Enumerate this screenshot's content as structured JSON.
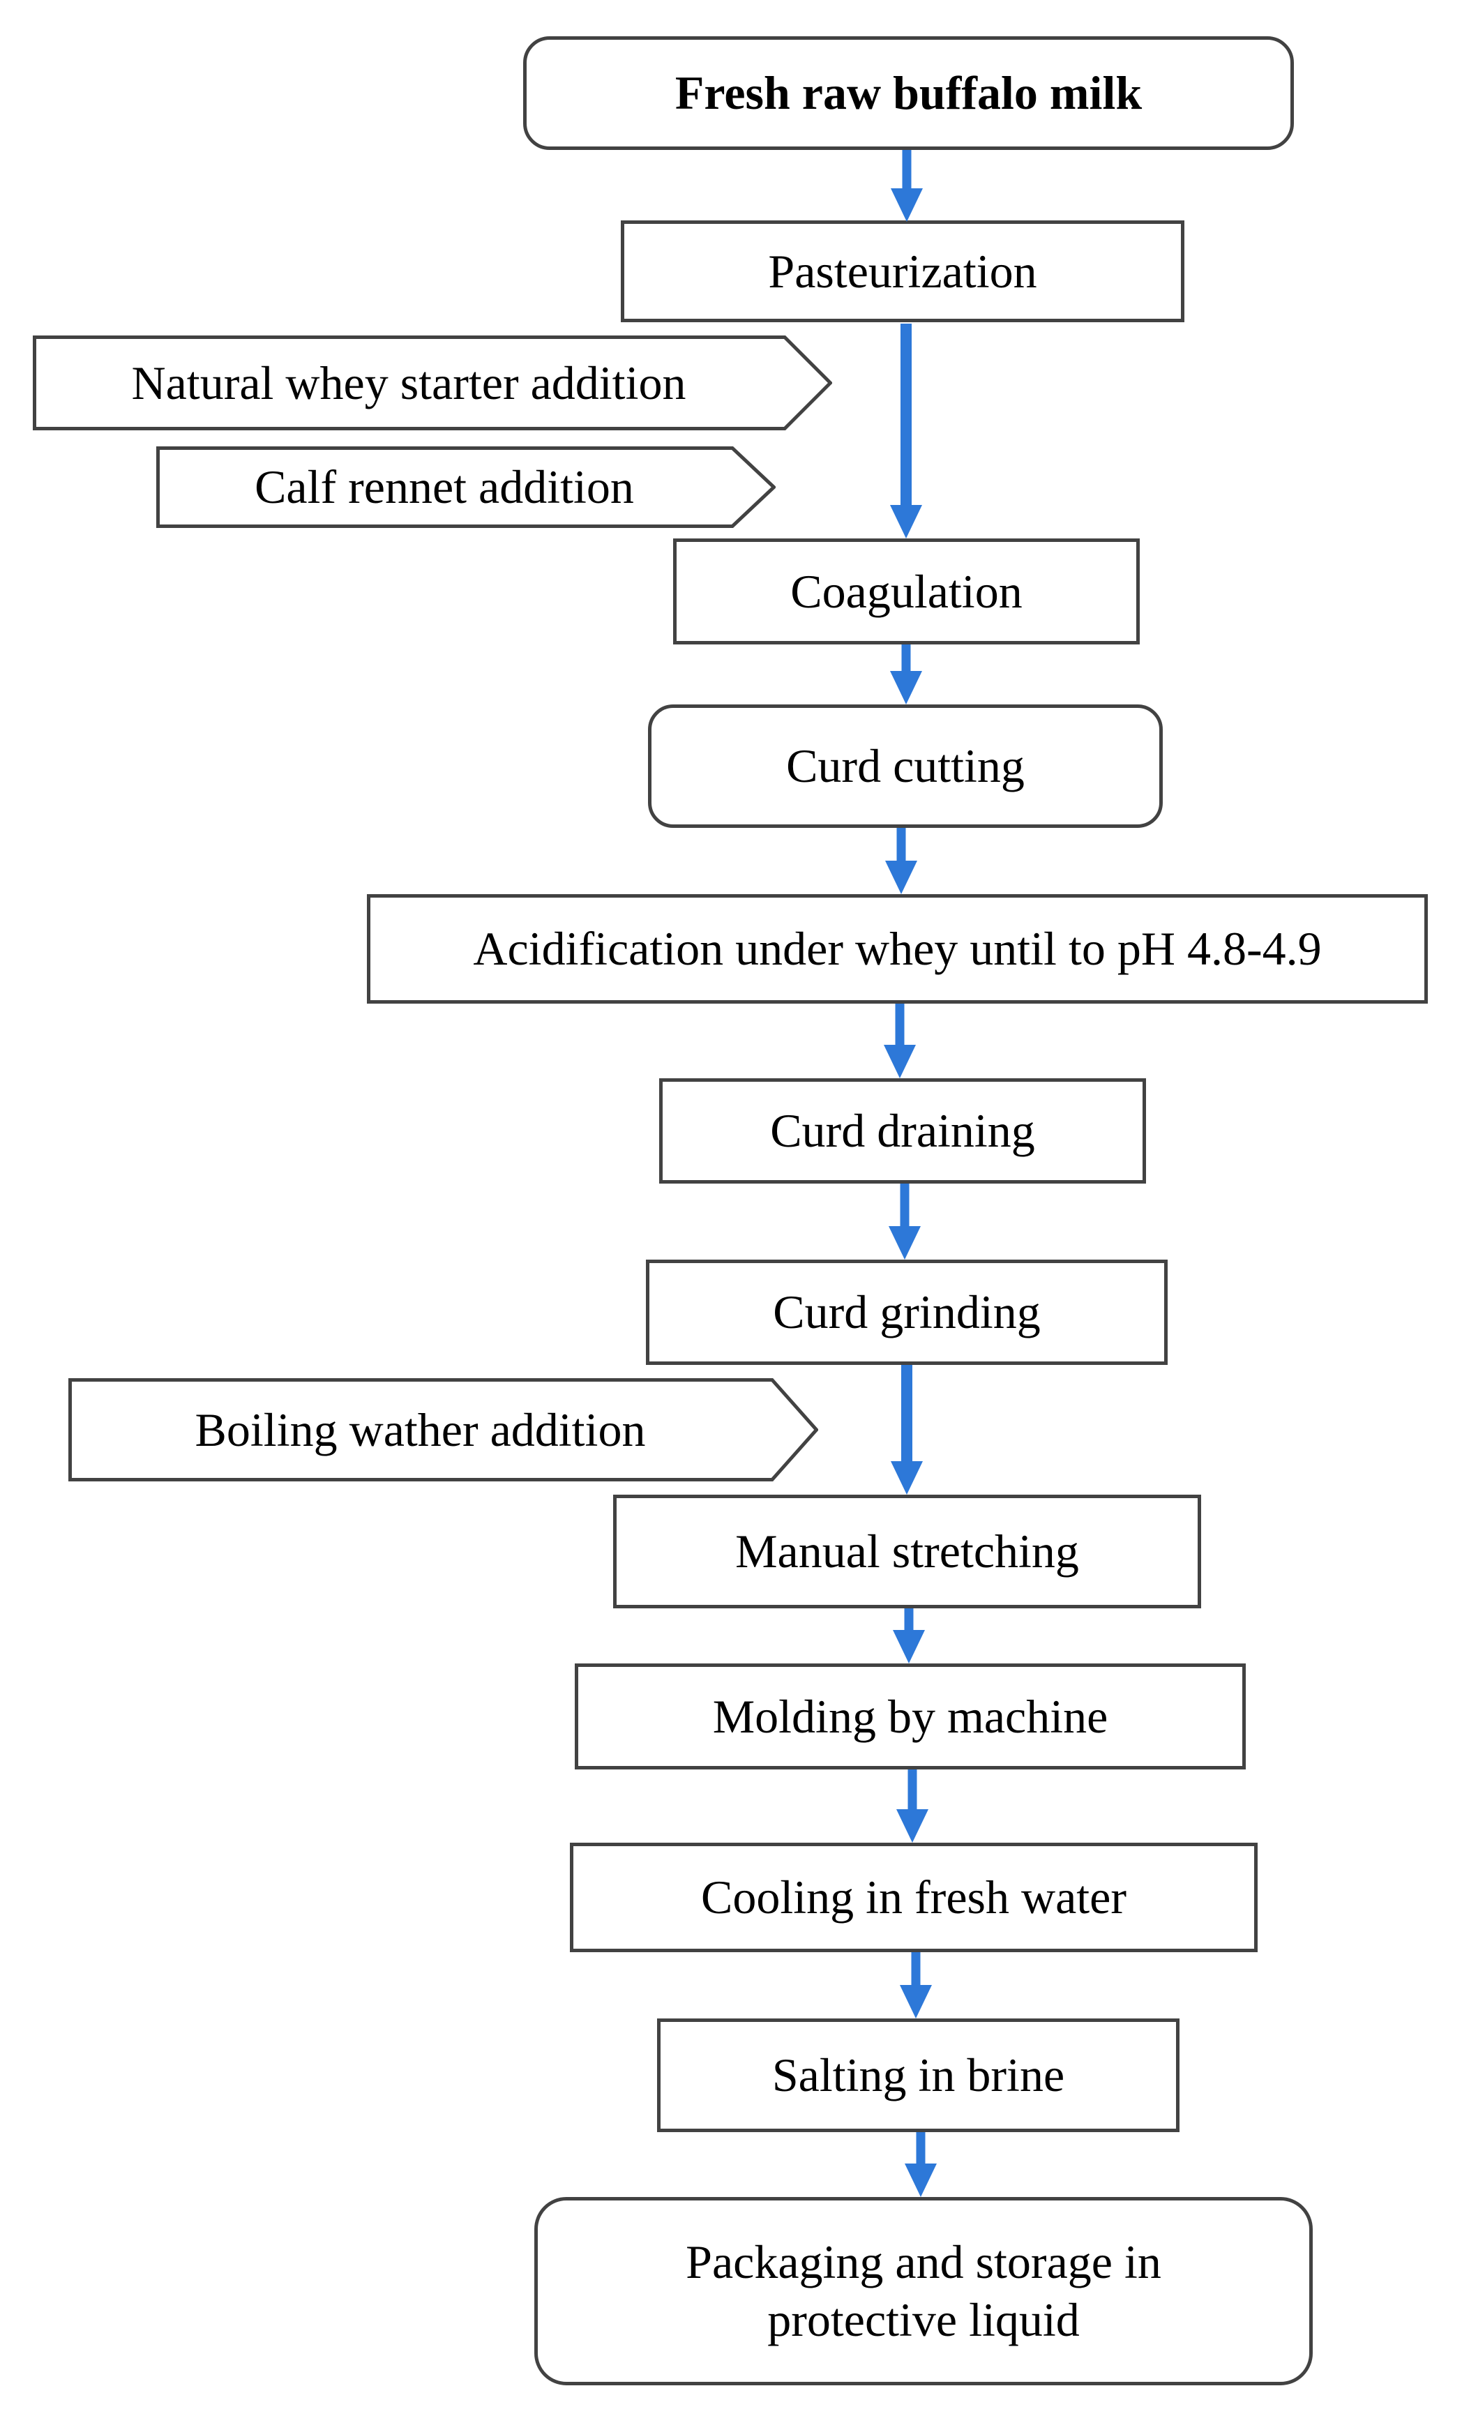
{
  "diagram": {
    "type": "flowchart",
    "description": "Production process flow from fresh raw buffalo milk to packaged product",
    "colors": {
      "arrow": "#2d78d8",
      "border": "#424242",
      "text": "#000000",
      "background": "#ffffff",
      "node_fill": "#ffffff"
    }
  },
  "nodes": {
    "milk": {
      "label": "Fresh raw buffalo milk",
      "shape": "terminator",
      "emphasis": "bold"
    },
    "pasteurization": {
      "label": "Pasteurization",
      "shape": "process"
    },
    "whey_starter": {
      "label": "Natural whey starter addition",
      "shape": "side-input"
    },
    "calf_rennet": {
      "label": "Calf rennet addition",
      "shape": "side-input"
    },
    "coagulation": {
      "label": "Coagulation",
      "shape": "process"
    },
    "curd_cutting": {
      "label": "Curd cutting",
      "shape": "terminator"
    },
    "acidification": {
      "label": "Acidification under whey until to pH 4.8-4.9",
      "shape": "process"
    },
    "curd_draining": {
      "label": "Curd draining",
      "shape": "process"
    },
    "curd_grinding": {
      "label": "Curd grinding",
      "shape": "process"
    },
    "boiling_water": {
      "label": "Boiling wather addition",
      "shape": "side-input"
    },
    "manual_stretching": {
      "label": "Manual stretching",
      "shape": "process"
    },
    "molding": {
      "label": "Molding by machine",
      "shape": "process"
    },
    "cooling": {
      "label": "Cooling in fresh water",
      "shape": "process"
    },
    "salting": {
      "label": "Salting in brine",
      "shape": "process"
    },
    "packaging": {
      "label": "Packaging and storage in protective liquid",
      "shape": "terminator"
    }
  },
  "flow": [
    {
      "from": "milk",
      "to": "pasteurization"
    },
    {
      "from": "pasteurization",
      "to": "coagulation"
    },
    {
      "from": "whey_starter",
      "to": "coagulation"
    },
    {
      "from": "calf_rennet",
      "to": "coagulation"
    },
    {
      "from": "coagulation",
      "to": "curd_cutting"
    },
    {
      "from": "curd_cutting",
      "to": "acidification"
    },
    {
      "from": "acidification",
      "to": "curd_draining"
    },
    {
      "from": "curd_draining",
      "to": "curd_grinding"
    },
    {
      "from": "curd_grinding",
      "to": "manual_stretching"
    },
    {
      "from": "boiling_water",
      "to": "manual_stretching"
    },
    {
      "from": "manual_stretching",
      "to": "molding"
    },
    {
      "from": "molding",
      "to": "cooling"
    },
    {
      "from": "cooling",
      "to": "salting"
    },
    {
      "from": "salting",
      "to": "packaging"
    }
  ]
}
